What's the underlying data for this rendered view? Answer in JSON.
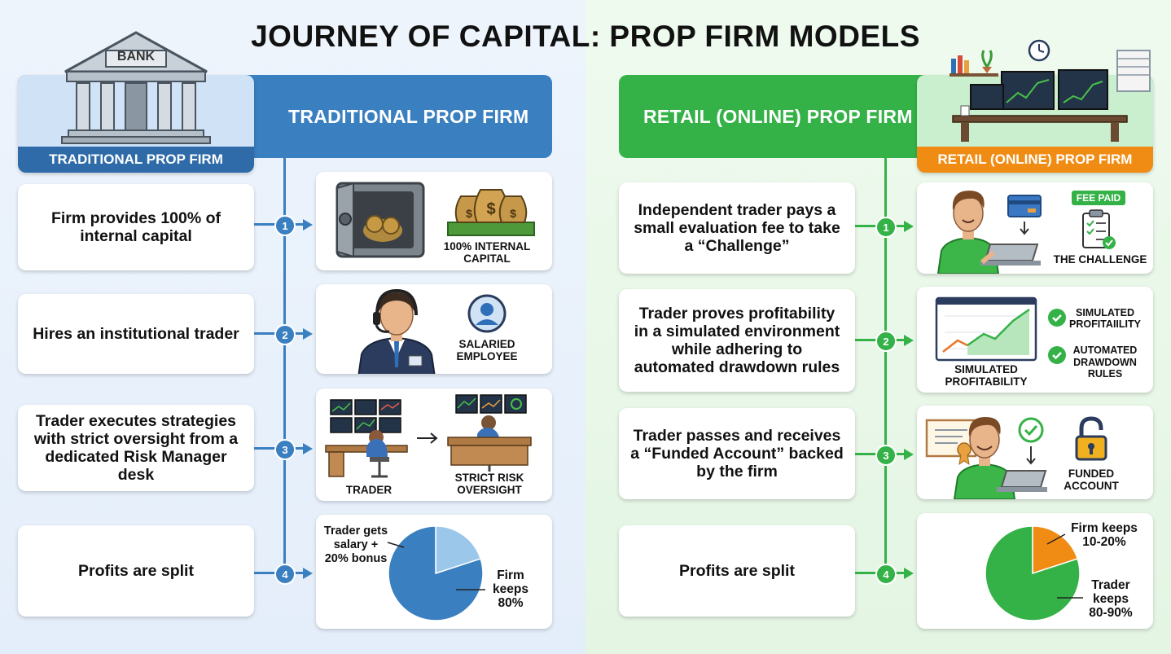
{
  "title": "JOURNEY OF CAPITAL: PROP FIRM MODELS",
  "colors": {
    "traditional": "#3a7fc0",
    "retail": "#34b247",
    "retail_accent": "#f08c14"
  },
  "traditional": {
    "header": "TRADITIONAL PROP FIRM",
    "card_label": "TRADITIONAL PROP FIRM",
    "bank_sign": "BANK",
    "steps": [
      {
        "number": "1",
        "text": "Firm provides 100% of internal capital"
      },
      {
        "number": "2",
        "text": "Hires an institutional trader"
      },
      {
        "number": "3",
        "text": "Trader executes strategies with strict oversight from a dedicated Risk Manager desk"
      },
      {
        "number": "4",
        "text": "Profits are split"
      }
    ],
    "captions": {
      "capital": "100% INTERNAL CAPITAL",
      "employee": "SALARIED EMPLOYEE",
      "trader": "TRADER",
      "oversight": "STRICT RISK OVERSIGHT"
    },
    "icons": [
      "bank-icon",
      "vault-icon",
      "money-bags-icon",
      "headset-trader-icon",
      "user-circle-icon",
      "trading-desk-icon",
      "arrow-right-icon",
      "pie-chart-icon"
    ]
  },
  "retail": {
    "header": "RETAIL (ONLINE) PROP FIRM",
    "card_label": "RETAIL (ONLINE) PROP FIRM",
    "steps": [
      {
        "number": "1",
        "text": "Independent trader pays a small evaluation fee to take a “Challenge”"
      },
      {
        "number": "2",
        "text": "Trader proves profitability in a simulated environment while adhering to automated drawdown rules"
      },
      {
        "number": "3",
        "text": "Trader passes and receives a “Funded Account” backed by the firm"
      },
      {
        "number": "4",
        "text": "Profits are split"
      }
    ],
    "captions": {
      "fee_paid": "FEE PAID",
      "challenge": "THE CHALLENGE",
      "simulated_chart": "SIMULATED PROFITABILITY",
      "simulated_check": "SIMULATED PROFITAIILITY",
      "drawdown_check": "AUTOMATED DRAWDOWN RULES",
      "funded": "FUNDED ACCOUNT"
    },
    "icons": [
      "home-office-icon",
      "laptop-trader-icon",
      "credit-card-icon",
      "clipboard-check-icon",
      "line-chart-icon",
      "check-circle-icon",
      "certificate-icon",
      "padlock-open-icon",
      "pie-chart-icon"
    ]
  },
  "chart_data": [
    {
      "type": "pie",
      "categories": [
        "Trader gets salary + 20% bonus",
        "Firm keeps 80%"
      ],
      "values": [
        20,
        80
      ],
      "colors": [
        "#9ac7ea",
        "#3a7fc0"
      ]
    },
    {
      "type": "pie",
      "categories": [
        "Firm keeps 10-20%",
        "Trader keeps 80-90%"
      ],
      "values": [
        20,
        80
      ],
      "colors": [
        "#f08c14",
        "#34b247"
      ]
    }
  ]
}
